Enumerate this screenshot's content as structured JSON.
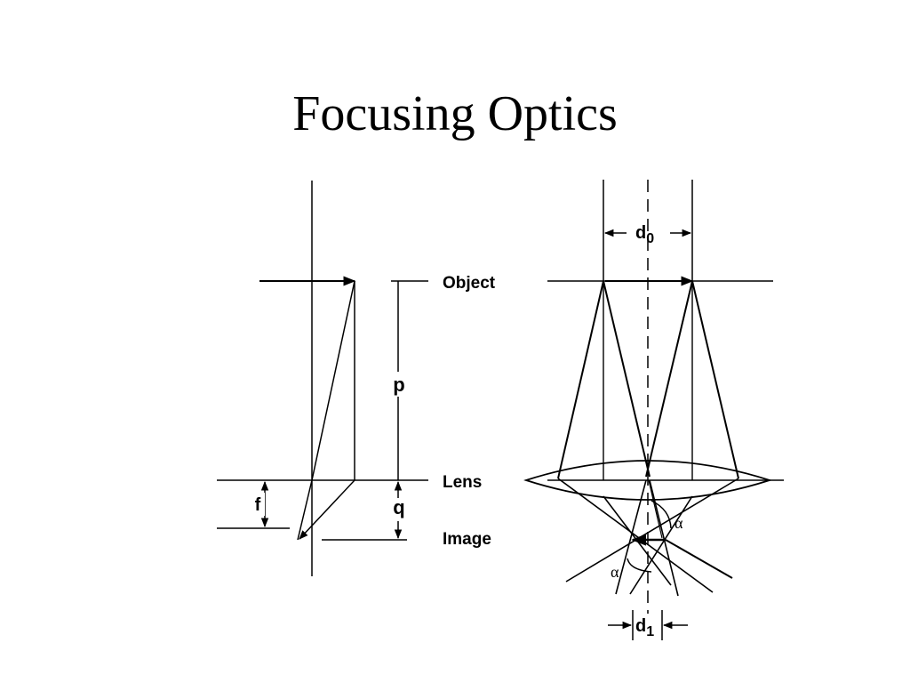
{
  "slide": {
    "title": "Focusing Optics"
  },
  "diagram": {
    "labels": {
      "object": "Object",
      "lens": "Lens",
      "image": "Image",
      "p": "p",
      "q": "q",
      "f": "f",
      "d0_main": "d",
      "d0_sub": "0",
      "d1_main": "d",
      "d1_sub": "1",
      "alpha": "α"
    }
  }
}
